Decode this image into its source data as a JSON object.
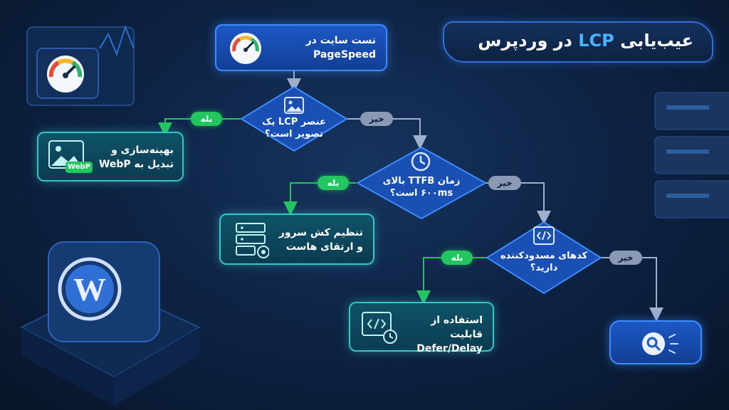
{
  "title": {
    "prefix": "عیب‌یابی",
    "highlight": "LCP",
    "suffix": "در وردپرس"
  },
  "start_node": {
    "line1": "تست سایت در",
    "line2": "PageSpeed"
  },
  "decision_image": {
    "line1": "عنصر LCP یک",
    "line2": "تصویر است؟"
  },
  "decision_ttfb": {
    "line1": "زمان TTFB بالای",
    "line2": "۶۰۰ms است؟"
  },
  "decision_blocking": {
    "line1": "کدهای مسدودکننده",
    "line2": "دارید؟"
  },
  "action_webp": {
    "line1": "بهینه‌سازی و",
    "line2": "تبدیل به WebP",
    "badge": "WebP"
  },
  "action_cache": {
    "line1": "تنظیم کش سرور",
    "line2": "و ارتقای هاست"
  },
  "action_defer": {
    "line1": "استفاده از قابلیت",
    "line2": "Defer/Delay"
  },
  "labels": {
    "yes": "بله",
    "no": "خیر"
  },
  "colors": {
    "accent_blue": "#3d8cff",
    "accent_teal": "#35c6c8",
    "yes_green": "#22c55e",
    "no_gray": "#8a9ab5",
    "title_highlight": "#4cb3ff"
  },
  "icons": [
    "gauge-icon",
    "image-icon",
    "clock-icon",
    "code-icon",
    "server-icon",
    "search-icon",
    "wordpress-icon"
  ]
}
